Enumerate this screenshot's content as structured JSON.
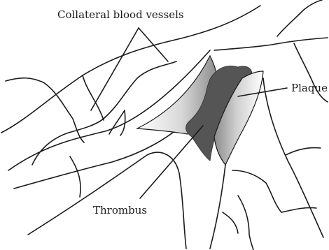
{
  "labels": {
    "collateral": "Collateral blood vessels",
    "plaque": "Plaque",
    "thrombus": "Thrombus"
  },
  "colors": {
    "line": "#1a1a1a",
    "thrombus": "#555555",
    "plaque_light": "#f5f5f5",
    "plaque_dark": "#9a9a9a"
  }
}
